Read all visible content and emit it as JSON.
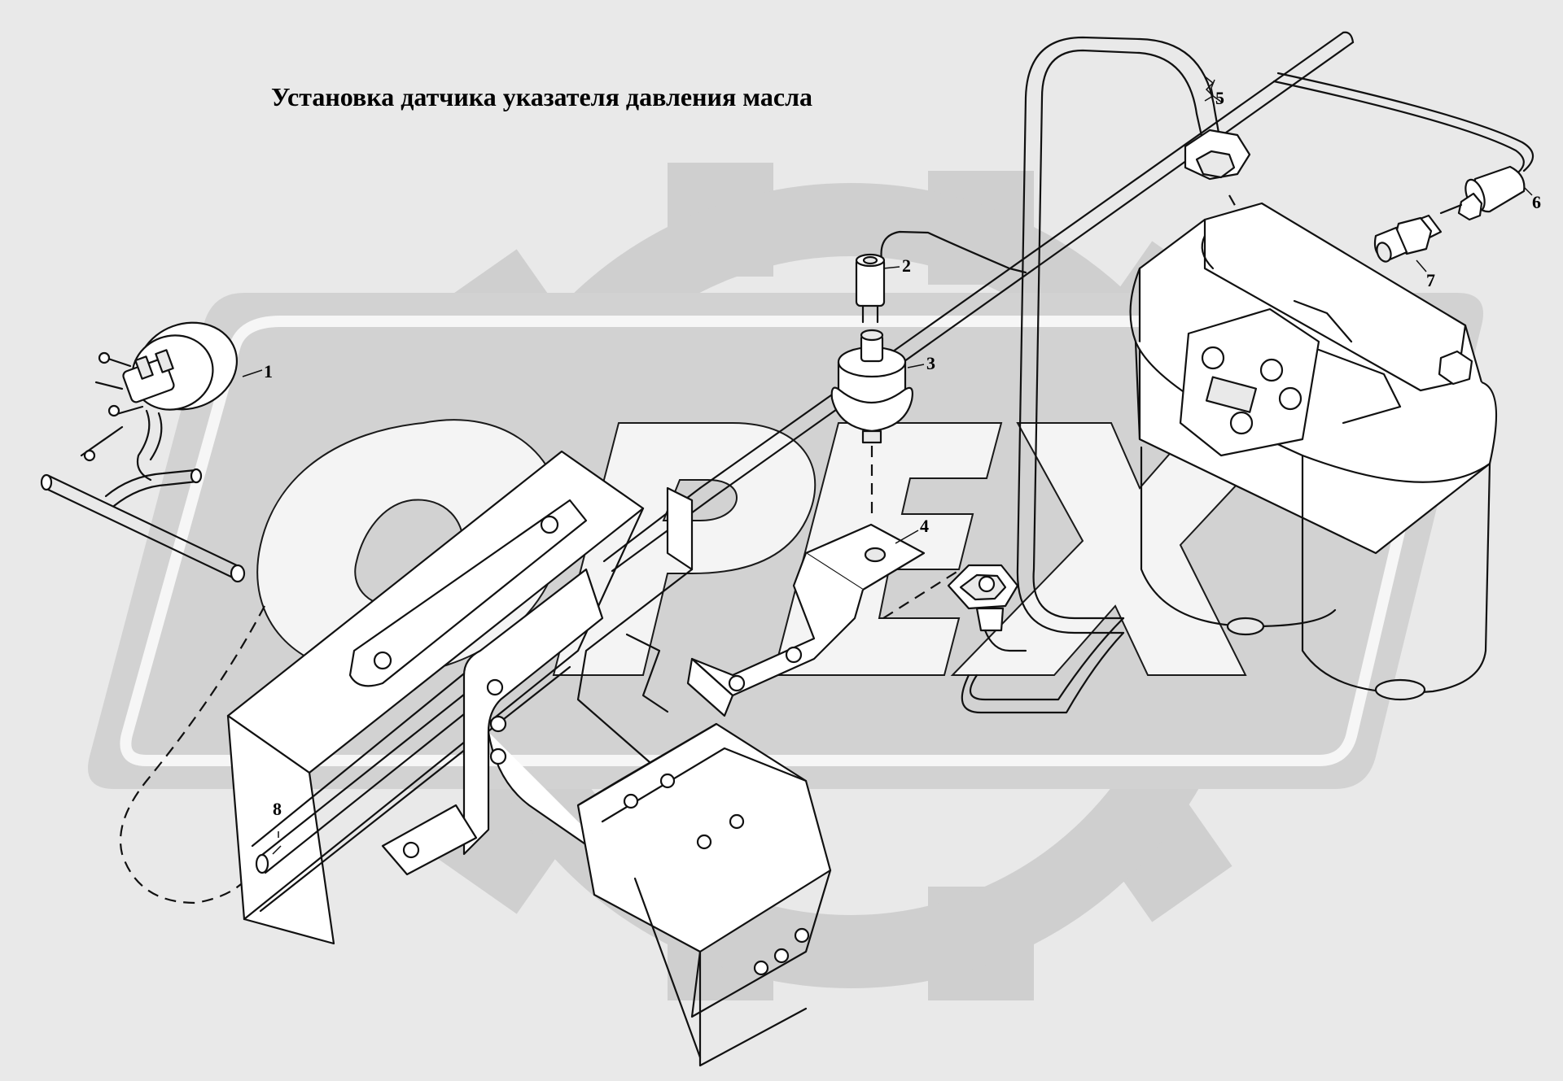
{
  "diagram": {
    "title": "Установка датчика указателя  давления масла",
    "watermark": "OPEX",
    "callouts": [
      "1",
      "2",
      "3",
      "4",
      "5",
      "6",
      "7",
      "8"
    ]
  },
  "colors": {
    "background": "#e9e9e9",
    "watermark": "#cfcfcf",
    "line": "#111111"
  }
}
